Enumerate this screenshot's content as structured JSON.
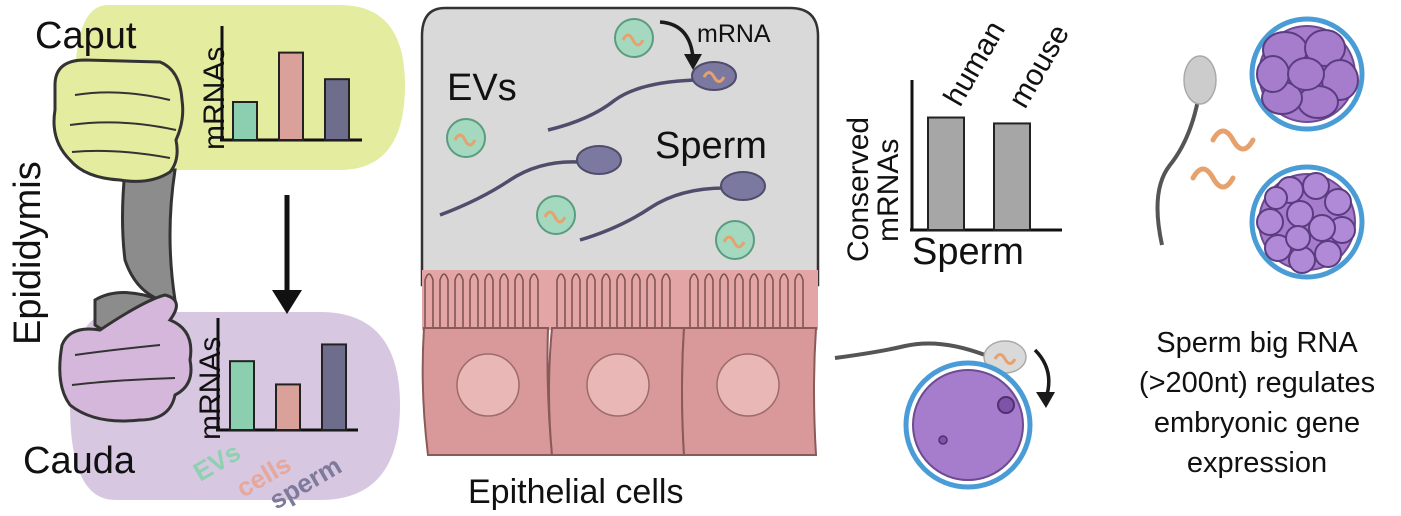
{
  "labels": {
    "caput": "Caput",
    "cauda": "Cauda",
    "epididymis": "Epididymis",
    "mrnas": "mRNAs",
    "evs": "EVs",
    "sperm": "Sperm",
    "mrna": "mRNA",
    "epithelial_cells": "Epithelial cells",
    "conserved_mrnas_line1": "Conserved",
    "conserved_mrnas_line2": "mRNAs",
    "human": "human",
    "mouse": "mouse",
    "sperm_axis": "Sperm",
    "caption_line1": "Sperm big RNA",
    "caption_line2": "(>200nt) regulates",
    "caption_line3": "embryonic gene",
    "caption_line4": "expression"
  },
  "cauda_legend": [
    {
      "text": "EVs",
      "color": "#8ed1b0"
    },
    {
      "text": "cells",
      "color": "#e6a79c"
    },
    {
      "text": "sperm",
      "color": "#7d7a9b"
    }
  ],
  "colors": {
    "evs": "#8ccfb0",
    "cells": "#d9a19a",
    "sperm": "#6e6e8c",
    "caput_bg": "#e4ec9f",
    "cauda_bg": "#d7c7e0",
    "lumen": "#d9d9d9",
    "epithelium": "#e3a5a5",
    "embryo": "#a67dcc",
    "zona": "#4a9cd6"
  },
  "chart_data": [
    {
      "type": "bar",
      "title": "Caput",
      "ylabel": "mRNAs",
      "categories": [
        "EVs",
        "cells",
        "sperm"
      ],
      "values": [
        0.4,
        0.92,
        0.64
      ]
    },
    {
      "type": "bar",
      "title": "Cauda",
      "ylabel": "mRNAs",
      "categories": [
        "EVs",
        "cells",
        "sperm"
      ],
      "values": [
        0.74,
        0.49,
        0.92
      ]
    },
    {
      "type": "bar",
      "ylabel": "Conserved mRNAs",
      "xlabel": "Sperm",
      "categories": [
        "human",
        "mouse"
      ],
      "values": [
        0.76,
        0.72
      ]
    }
  ]
}
